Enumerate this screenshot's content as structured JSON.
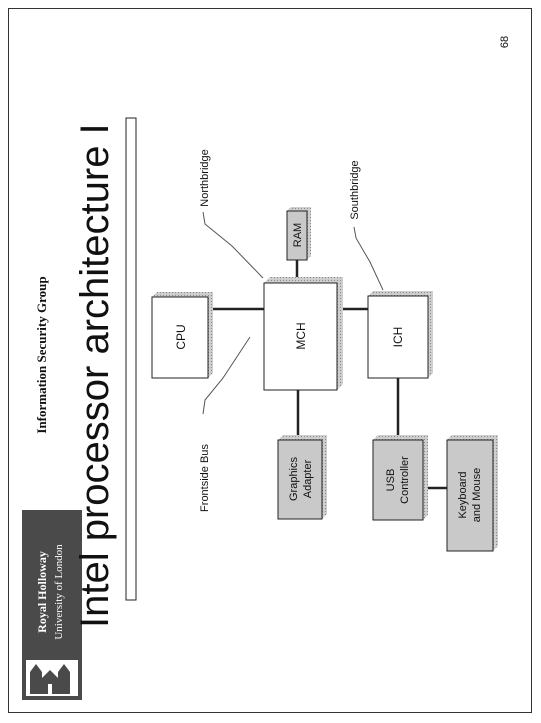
{
  "header": {
    "logo_line1": "Royal Holloway",
    "logo_line2": "University of London",
    "group": "Information Security Group",
    "page_number": "68"
  },
  "slide": {
    "title": "Intel processor architecture I"
  },
  "blocks": {
    "cpu": "CPU",
    "mch": "MCH",
    "ram": "RAM",
    "ich": "ICH",
    "graphics_line1": "Graphics",
    "graphics_line2": "Adapter",
    "usb_line1": "USB",
    "usb_line2": "Controller",
    "kbd_line1": "Keyboard",
    "kbd_line2": "and Mouse"
  },
  "labels": {
    "northbridge": "Northbridge",
    "southbridge": "Southbridge",
    "frontside_bus": "Frontside Bus"
  },
  "colors": {
    "shaded_box": "#c9c9c9",
    "logo_bg": "#4a4a4a"
  }
}
